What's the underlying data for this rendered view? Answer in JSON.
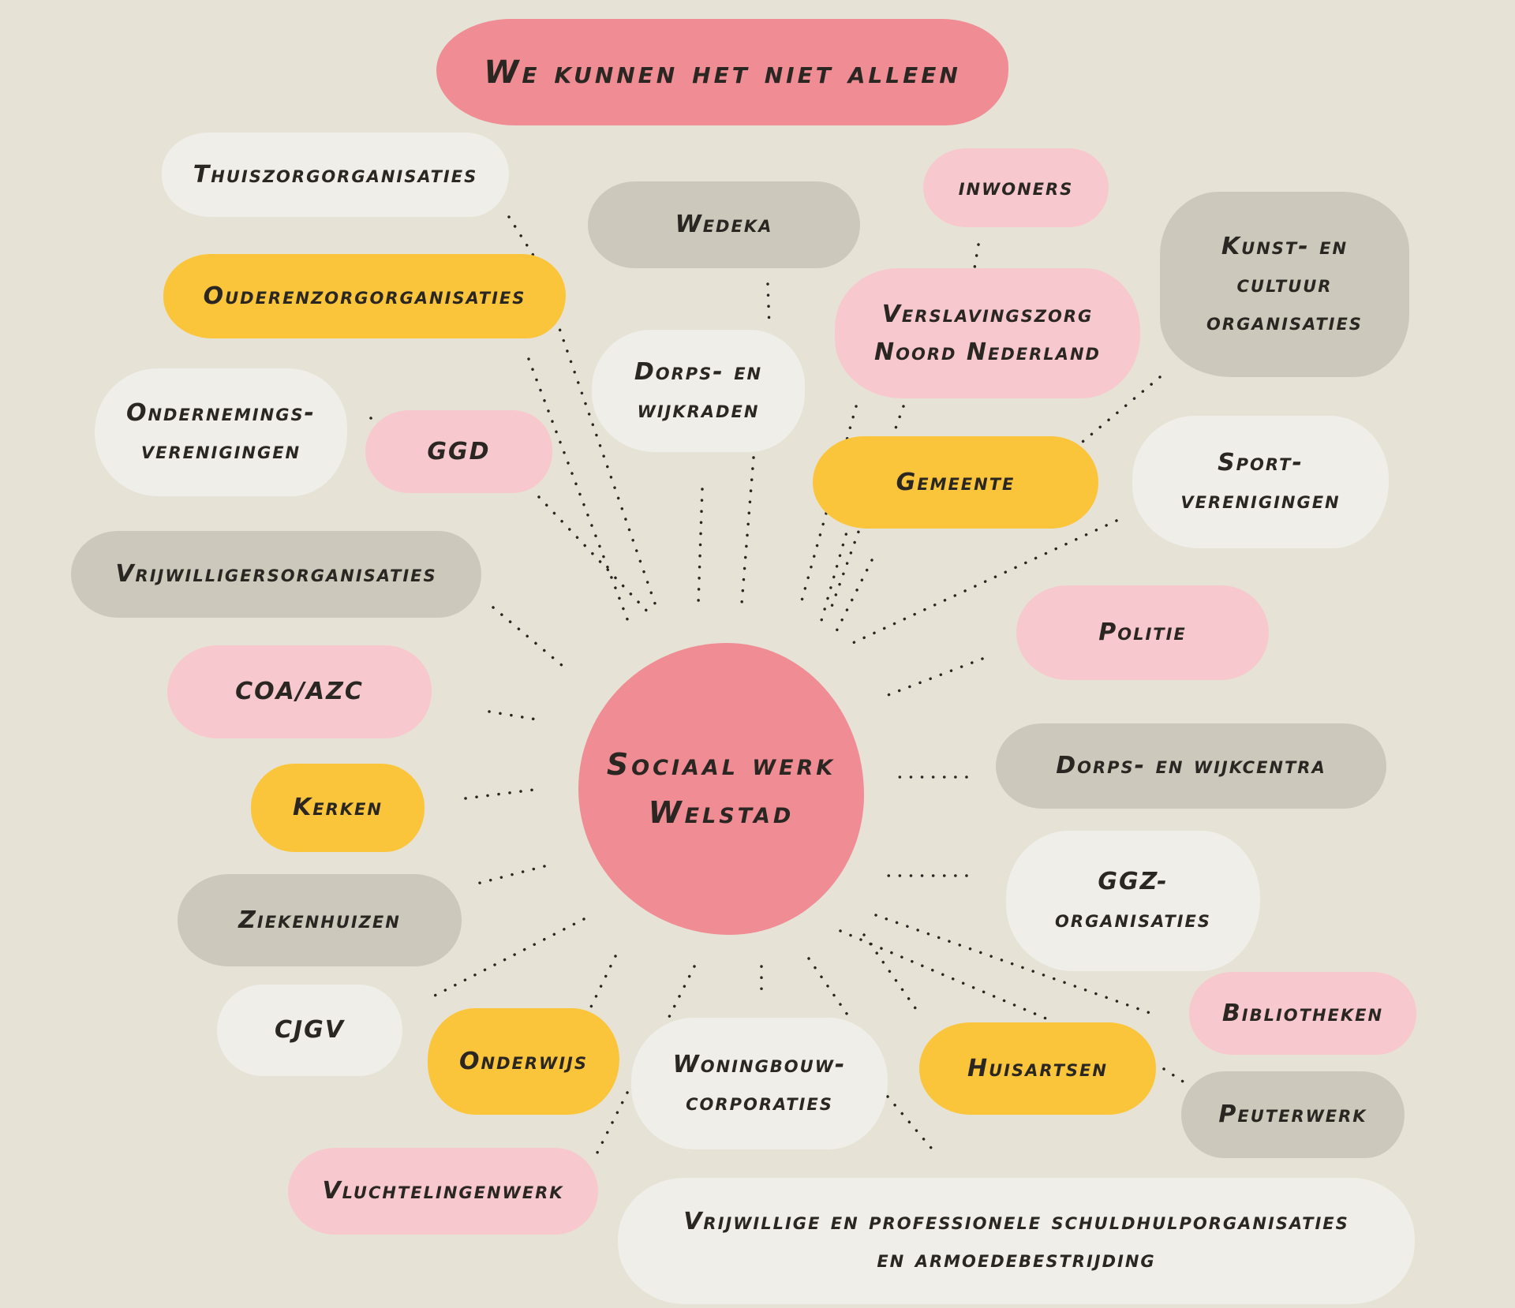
{
  "diagram": {
    "title": "We kunnen het niet alleen",
    "center": [
      "Sociaal werk",
      "Welstad"
    ],
    "colors": {
      "red": "#f08c93",
      "pink": "#f7c9cf",
      "yellow": "#fbc53b",
      "grey": "#ccc9bc",
      "white": "#efeee8",
      "background": "#e6e3d6",
      "dots": "#2a2622"
    },
    "nodes": [
      {
        "id": "thuiszorg",
        "lines": [
          "Thuiszorgorganisaties"
        ]
      },
      {
        "id": "wedeka",
        "lines": [
          "Wedeka"
        ]
      },
      {
        "id": "inwoners",
        "lines": [
          "inwoners"
        ]
      },
      {
        "id": "kunst",
        "lines": [
          "Kunst- en",
          "cultuur",
          "organisaties"
        ]
      },
      {
        "id": "ouderenzorg",
        "lines": [
          "Ouderenzorgorganisaties"
        ]
      },
      {
        "id": "verslaving",
        "lines": [
          "Verslavingszorg",
          "Noord Nederland"
        ]
      },
      {
        "id": "dorpsraden",
        "lines": [
          "Dorps- en",
          "wijkraden"
        ]
      },
      {
        "id": "ondernemers",
        "lines": [
          "Ondernemings-",
          "verenigingen"
        ]
      },
      {
        "id": "ggd",
        "lines": [
          "GGD"
        ]
      },
      {
        "id": "gemeente",
        "lines": [
          "Gemeente"
        ]
      },
      {
        "id": "sport",
        "lines": [
          "Sport-",
          "verenigingen"
        ]
      },
      {
        "id": "vrijwilligers",
        "lines": [
          "Vrijwilligersorganisaties"
        ]
      },
      {
        "id": "politie",
        "lines": [
          "Politie"
        ]
      },
      {
        "id": "coa",
        "lines": [
          "COA/AZC"
        ]
      },
      {
        "id": "dorpscentra",
        "lines": [
          "Dorps- en wijkcentra"
        ]
      },
      {
        "id": "kerken",
        "lines": [
          "Kerken"
        ]
      },
      {
        "id": "ggz",
        "lines": [
          "GGZ-",
          "organisaties"
        ]
      },
      {
        "id": "ziekenhuizen",
        "lines": [
          "Ziekenhuizen"
        ]
      },
      {
        "id": "bibliotheken",
        "lines": [
          "Bibliotheken"
        ]
      },
      {
        "id": "cjgv",
        "lines": [
          "CJGV"
        ]
      },
      {
        "id": "onderwijs",
        "lines": [
          "Onderwijs"
        ]
      },
      {
        "id": "woningbouw",
        "lines": [
          "Woningbouw-",
          "corporaties"
        ]
      },
      {
        "id": "huisartsen",
        "lines": [
          "Huisartsen"
        ]
      },
      {
        "id": "peuterwerk",
        "lines": [
          "Peuterwerk"
        ]
      },
      {
        "id": "vluchtelingen",
        "lines": [
          "Vluchtelingenwerk"
        ]
      },
      {
        "id": "schuldhulp",
        "lines": [
          "Vrijwillige en professionele schuldhulporganisaties",
          "en armoedebestrijding"
        ]
      }
    ]
  }
}
